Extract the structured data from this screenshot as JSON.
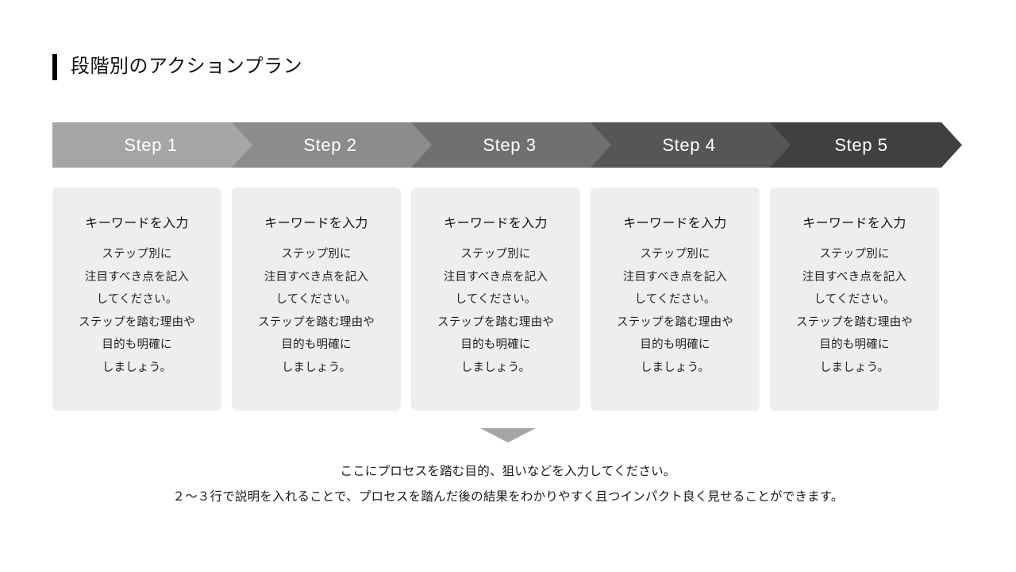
{
  "slide": {
    "title": "段階別のアクションプラン",
    "accent_color": "#000000",
    "background_color": "#ffffff"
  },
  "steps": [
    {
      "label": "Step 1",
      "color": "#a6a6a6"
    },
    {
      "label": "Step 2",
      "color": "#8c8c8c"
    },
    {
      "label": "Step 3",
      "color": "#707070"
    },
    {
      "label": "Step 4",
      "color": "#565656"
    },
    {
      "label": "Step 5",
      "color": "#404040"
    }
  ],
  "cards": [
    {
      "heading": "キーワードを入力",
      "lines": [
        "ステップ別に",
        "注目すべき点を記入",
        "してください。",
        "ステップを踏む理由や",
        "目的も明確に",
        "しましょう。"
      ]
    },
    {
      "heading": "キーワードを入力",
      "lines": [
        "ステップ別に",
        "注目すべき点を記入",
        "してください。",
        "ステップを踏む理由や",
        "目的も明確に",
        "しましょう。"
      ]
    },
    {
      "heading": "キーワードを入力",
      "lines": [
        "ステップ別に",
        "注目すべき点を記入",
        "してください。",
        "ステップを踏む理由や",
        "目的も明確に",
        "しましょう。"
      ]
    },
    {
      "heading": "キーワードを入力",
      "lines": [
        "ステップ別に",
        "注目すべき点を記入",
        "してください。",
        "ステップを踏む理由や",
        "目的も明確に",
        "しましょう。"
      ]
    },
    {
      "heading": "キーワードを入力",
      "lines": [
        "ステップ別に",
        "注目すべき点を記入",
        "してください。",
        "ステップを踏む理由や",
        "目的も明確に",
        "しましょう。"
      ]
    }
  ],
  "arrow_down": {
    "icon": "triangle-down-icon",
    "color": "#a6a6a6"
  },
  "footer": {
    "lines": [
      "ここにプロセスを踏む目的、狙いなどを入力してください。",
      "２～３行で説明を入れることで、プロセスを踏んだ後の結果をわかりやすく且つインパクト良く見せることができます。"
    ]
  }
}
